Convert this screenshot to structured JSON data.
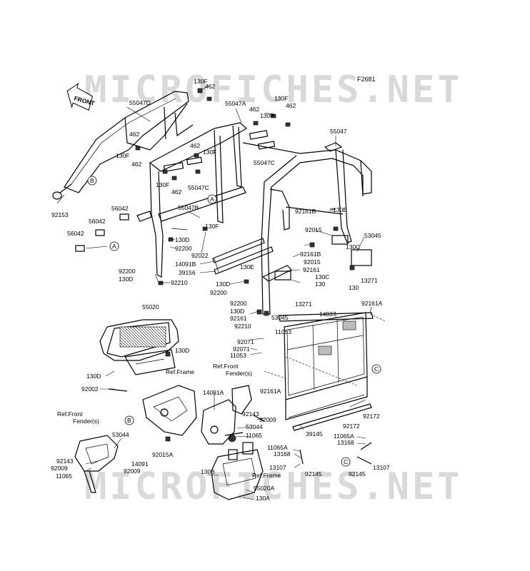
{
  "figure_code": "F2681",
  "watermark": "MICROFICHES.NET",
  "front_arrow": "FRONT",
  "callouts": [
    "A",
    "B",
    "C"
  ],
  "labels": {
    "l_55047D": "55047D",
    "l_130F_a": "130F",
    "l_462_a": "462",
    "l_55047A": "55047A",
    "l_130F_b": "130F",
    "l_462_b": "462",
    "l_462_c": "462",
    "l_130F_c": "130F",
    "l_462_d": "462",
    "l_130F_d": "130F",
    "l_462_e": "462",
    "l_130F_e": "130F",
    "l_462_f": "462",
    "l_55047C_a": "55047C",
    "l_55047C_b": "55047C",
    "l_55047": "55047",
    "l_92153": "92153",
    "l_56042_a": "56042",
    "l_56042_b": "56042",
    "l_56042_c": "56042",
    "l_55047B": "55047B",
    "l_130F_f": "130F",
    "l_130D_a": "130D",
    "l_92200_a": "92200",
    "l_92022": "92022",
    "l_14091B": "14091B",
    "l_39156": "39156",
    "l_92200_b": "92200",
    "l_130D_b": "130D",
    "l_92210_a": "92210",
    "l_92161B_a": "92161B",
    "l_130E_a": "130E",
    "l_92015_a": "92015",
    "l_53045_a": "53045",
    "l_92161B_b": "92161B",
    "l_92015_b": "92015",
    "l_130C_a": "130C",
    "l_92161": "92161",
    "l_130C_b": "130C",
    "l_130_a": "130",
    "l_13271_a": "13271",
    "l_13271_b": "13271",
    "l_130_b": "130",
    "l_130E_b": "130E",
    "l_130D_c": "130D",
    "l_92200_c": "92200",
    "l_92200_d": "92200",
    "l_130D_d": "130D",
    "l_92161_b": "92161",
    "l_92210_b": "92210",
    "l_53045_b": "53045",
    "l_55020": "55020",
    "l_130D_e": "130D",
    "l_11053_a": "11053",
    "l_92071_a": "92071",
    "l_92071_b": "92071",
    "l_11053_b": "11053",
    "l_14037": "14037",
    "l_92161A_a": "92161A",
    "l_130D_f": "130D",
    "l_92002": "92002",
    "l_ref_frame_a": "Ref.Frame",
    "l_ref_ff_a1": "Ref.Front",
    "l_ref_ff_a2": "Fender(s)",
    "l_14091A": "14091A",
    "l_92161A_b": "92161A",
    "l_92143_a": "92143",
    "l_92009_a": "92009",
    "l_53044_a": "53044",
    "l_11065_a": "11065",
    "l_ref_ff_b1": "Ref.Front",
    "l_ref_ff_b2": "Fender(s)",
    "l_53044_b": "53044",
    "l_92015A": "92015A",
    "l_92143_b": "92143",
    "l_14091": "14091",
    "l_92009_b": "92009",
    "l_92009_c": "92009",
    "l_11065_b": "11065",
    "l_92172_a": "92172",
    "l_92172_b": "92172",
    "l_39145": "39145",
    "l_11065A_a": "11065A",
    "l_13168_a": "13168",
    "l_11065A_b": "11065A",
    "l_13168_b": "13168",
    "l_13107_a": "13107",
    "l_92145_a": "92145",
    "l_92145_b": "92145",
    "l_13107_b": "13107",
    "l_ref_frame_b": "Ref.Frame",
    "l_130B": "130B",
    "l_55020A": "55020A",
    "l_130A": "130A"
  }
}
